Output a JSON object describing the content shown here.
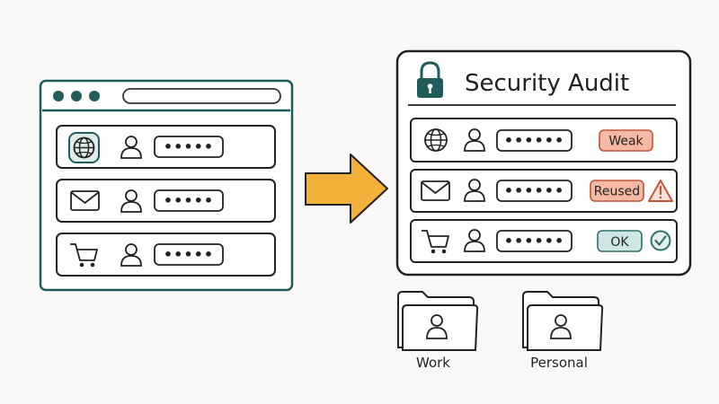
{
  "left_window": {
    "rows": [
      {
        "icon": "globe-icon",
        "masked": "•••••"
      },
      {
        "icon": "mail-icon",
        "masked": "•••••"
      },
      {
        "icon": "cart-icon",
        "masked": "•••••"
      }
    ]
  },
  "audit_window": {
    "title": "Security Audit",
    "rows": [
      {
        "icon": "globe-icon",
        "masked": "••••••",
        "status": "Weak",
        "status_color": "#f6b9a3",
        "status_border": "#c0553a"
      },
      {
        "icon": "mail-icon",
        "masked": "••••••",
        "status": "Reused",
        "status_color": "#f6b9a3",
        "status_border": "#c0553a",
        "extra_icon": "warning-icon"
      },
      {
        "icon": "cart-icon",
        "masked": "••••••",
        "status": "OK",
        "status_color": "#cfe6e4",
        "status_border": "#2e6f6c",
        "extra_icon": "check-circle-icon"
      }
    ]
  },
  "folders": [
    {
      "label": "Work"
    },
    {
      "label": "Personal"
    }
  ],
  "colors": {
    "teal": "#1f5c5a",
    "arrow": "#f3b13c",
    "ink": "#222222"
  }
}
